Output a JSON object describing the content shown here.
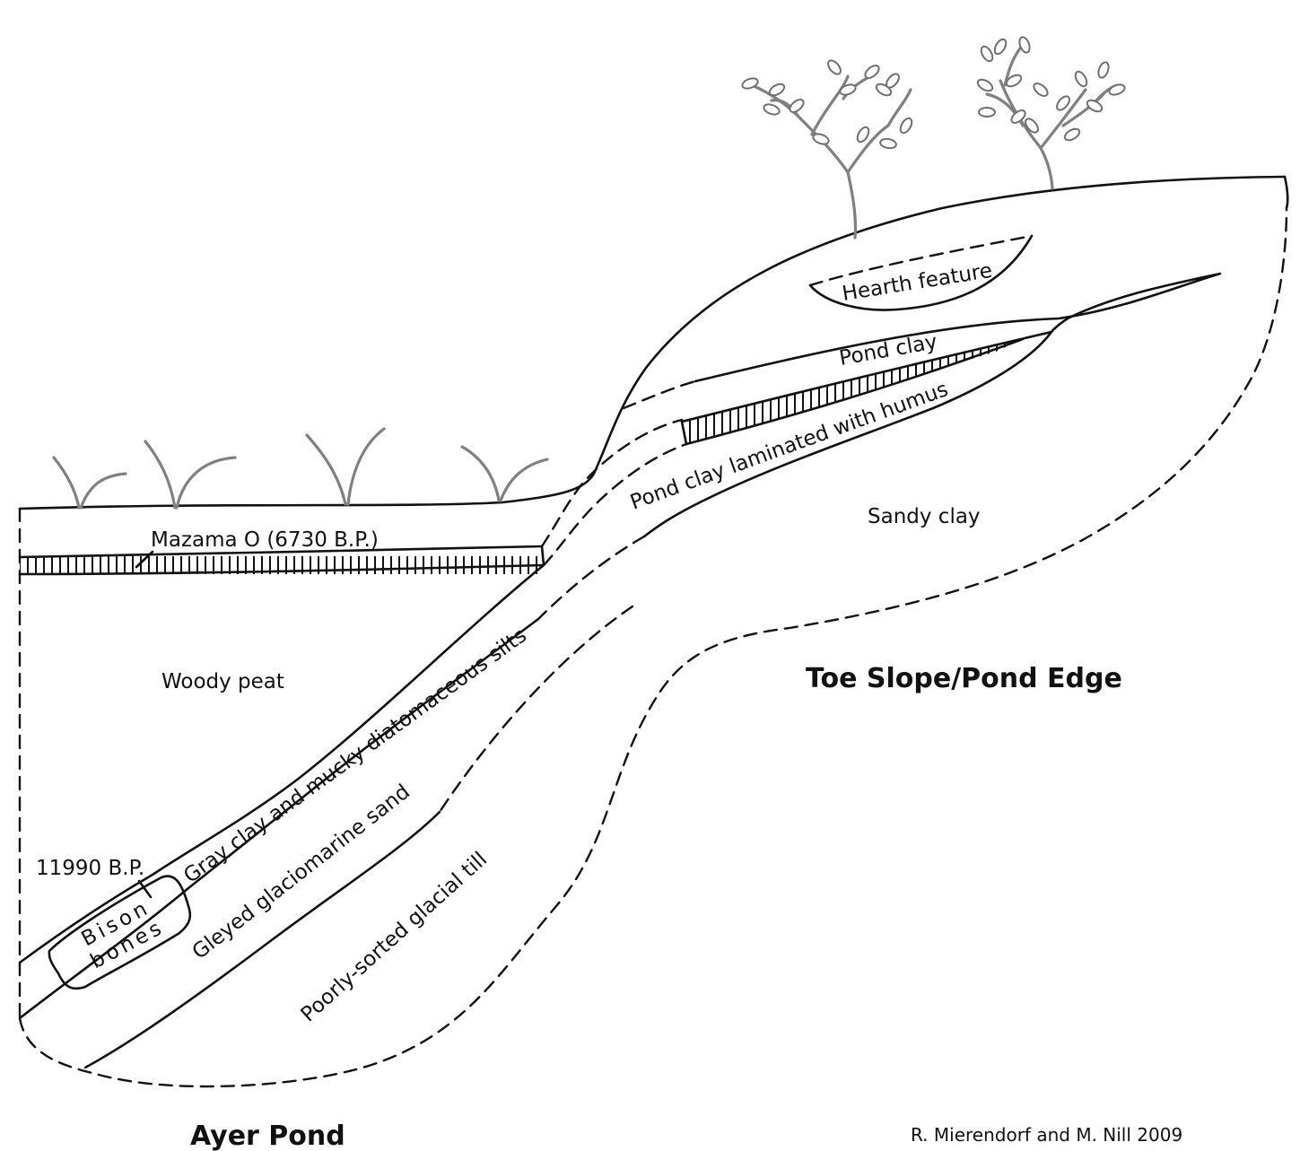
{
  "labels": {
    "mazama": "Mazama O (6730 B.P.)",
    "woody_peat": "Woody peat",
    "gray_clay": "Gray clay and mucky diatomaceous silts",
    "gleyed_sand": "Gleyed glaciomarine sand",
    "glacial_till": "Poorly-sorted glacial till",
    "date_11990": "11990 B.P.",
    "bison_line1": "Bison",
    "bison_line2": "bones",
    "pond_clay_laminated": "Pond clay laminated with humus",
    "pond_clay": "Pond clay",
    "hearth": "Hearth feature",
    "sandy_clay": "Sandy clay",
    "toe_slope": "Toe Slope/Pond Edge",
    "ayer_pond": "Ayer Pond",
    "credit": "R. Mierendorf and M. Nill 2009"
  },
  "colors": {
    "line": "#111111",
    "vegetation": "#808080",
    "background": "#ffffff"
  }
}
